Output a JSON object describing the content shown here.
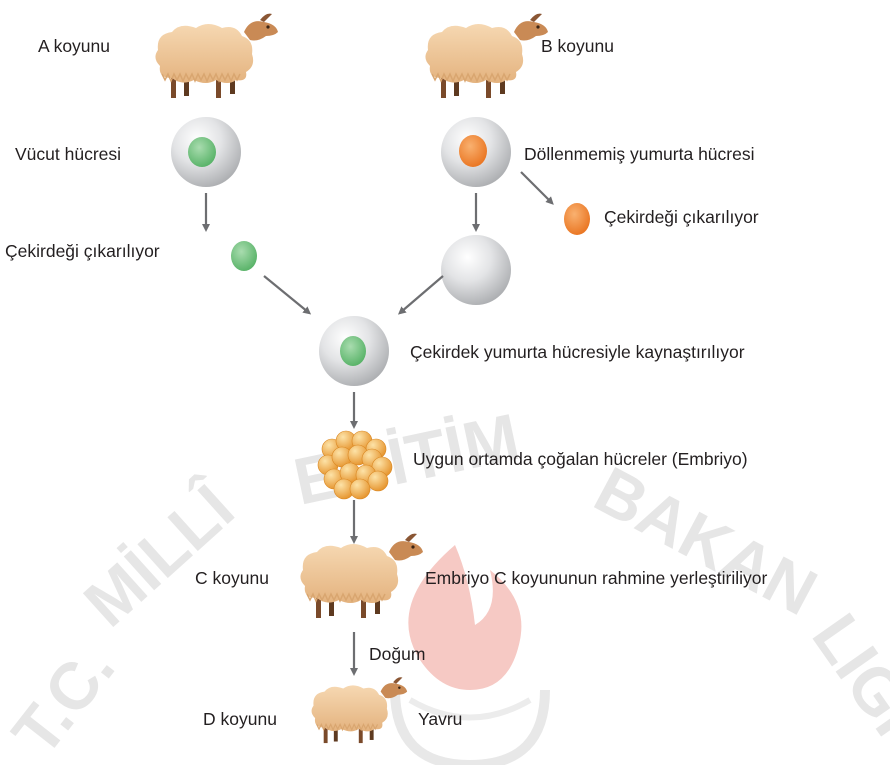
{
  "watermark": {
    "text": "T.C. MİLLÎ EĞİTİM BAKANLIĞI",
    "color": "#e6e6e6",
    "emblem_color": "#f6c9c4"
  },
  "labels": {
    "sheep_a": "A koyunu",
    "sheep_b": "B koyunu",
    "body_cell": "Vücut hücresi",
    "egg_cell": "Döllenmemiş yumurta hücresi",
    "nucleus_removed_a": "Çekirdeği çıkarılıyor",
    "nucleus_removed_b": "Çekirdeği çıkarılıyor",
    "fusion": "Çekirdek yumurta hücresiyle kaynaştırılıyor",
    "embryo": "Uygun ortamda çoğalan hücreler (Embriyo)",
    "sheep_c": "C koyunu",
    "implant": "Embriyo C koyununun rahmine yerleştiriliyor",
    "birth": "Doğum",
    "sheep_d": "D koyunu",
    "offspring": "Yavru"
  },
  "colors": {
    "nucleus_green": "#6cc07a",
    "nucleus_orange": "#f08a33",
    "cell_grey": "#c9cacc",
    "embryo_orange": "#f2a93b",
    "wool": "#f1c89a",
    "arrow": "#6d6e71"
  }
}
